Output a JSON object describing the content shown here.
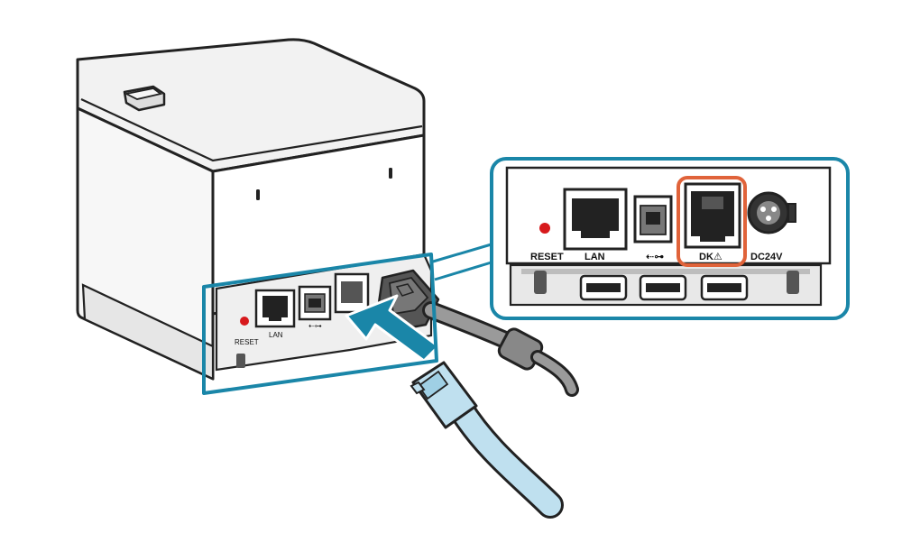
{
  "inset": {
    "labels": {
      "reset": "RESET",
      "lan": "LAN",
      "usb": "⇠⊶",
      "dk": "DK⚠",
      "dc": "DC24V"
    }
  },
  "printer": {
    "labels": {
      "reset": "RESET",
      "lan": "LAN",
      "usb": "⇠⊶"
    }
  },
  "colors": {
    "callout_outline": "#1a86a8",
    "highlight_outline": "#e0633a",
    "cable_fill": "#bfe0ef",
    "reset_button": "#d7191c",
    "arrow_fill": "#1a86a8"
  },
  "icons": [
    "usb-icon",
    "warning-icon",
    "arrow-icon"
  ]
}
